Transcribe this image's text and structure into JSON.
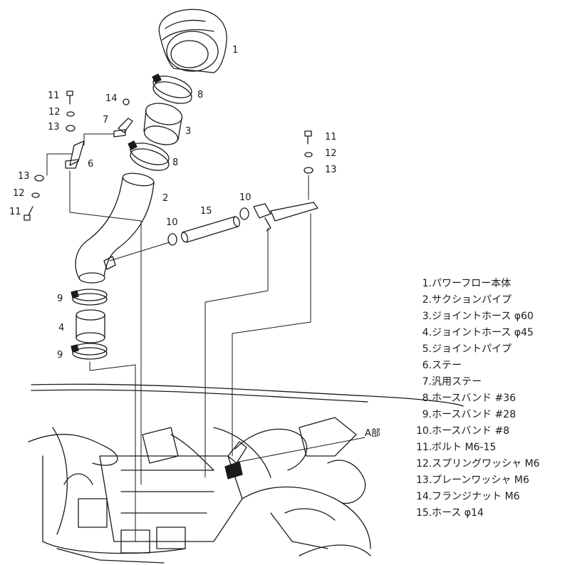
{
  "diagram": {
    "callouts": {
      "n1": "1",
      "n2": "2",
      "n3": "3",
      "n4": "4",
      "n6": "6",
      "n7": "7",
      "n8a": "8",
      "n8b": "8",
      "n9a": "9",
      "n9b": "9",
      "n10a": "10",
      "n10b": "10",
      "n11a": "11",
      "n11b": "11",
      "n11c": "11",
      "n12a": "12",
      "n12b": "12",
      "n12c": "12",
      "n13a": "13",
      "n13b": "13",
      "n13c": "13",
      "n14": "14",
      "n15": "15",
      "areaA": "A部"
    }
  },
  "parts_list": [
    {
      "num": "1.",
      "name": "パワーフロー本体"
    },
    {
      "num": "2.",
      "name": "サクションパイプ"
    },
    {
      "num": "3.",
      "name": "ジョイントホース φ60"
    },
    {
      "num": "4.",
      "name": "ジョイントホース φ45"
    },
    {
      "num": "5.",
      "name": "ジョイントパイプ"
    },
    {
      "num": "6.",
      "name": "ステー"
    },
    {
      "num": "7.",
      "name": "汎用ステー"
    },
    {
      "num": "8.",
      "name": "ホースバンド #36"
    },
    {
      "num": "9.",
      "name": "ホースバンド #28"
    },
    {
      "num": "10.",
      "name": "ホースバンド #8"
    },
    {
      "num": "11.",
      "name": "ボルト M6-15"
    },
    {
      "num": "12.",
      "name": "スプリングワッシャ M6"
    },
    {
      "num": "13.",
      "name": "プレーンワッシャ M6"
    },
    {
      "num": "14.",
      "name": "フランジナット M6"
    },
    {
      "num": "15.",
      "name": "ホース φ14"
    }
  ]
}
